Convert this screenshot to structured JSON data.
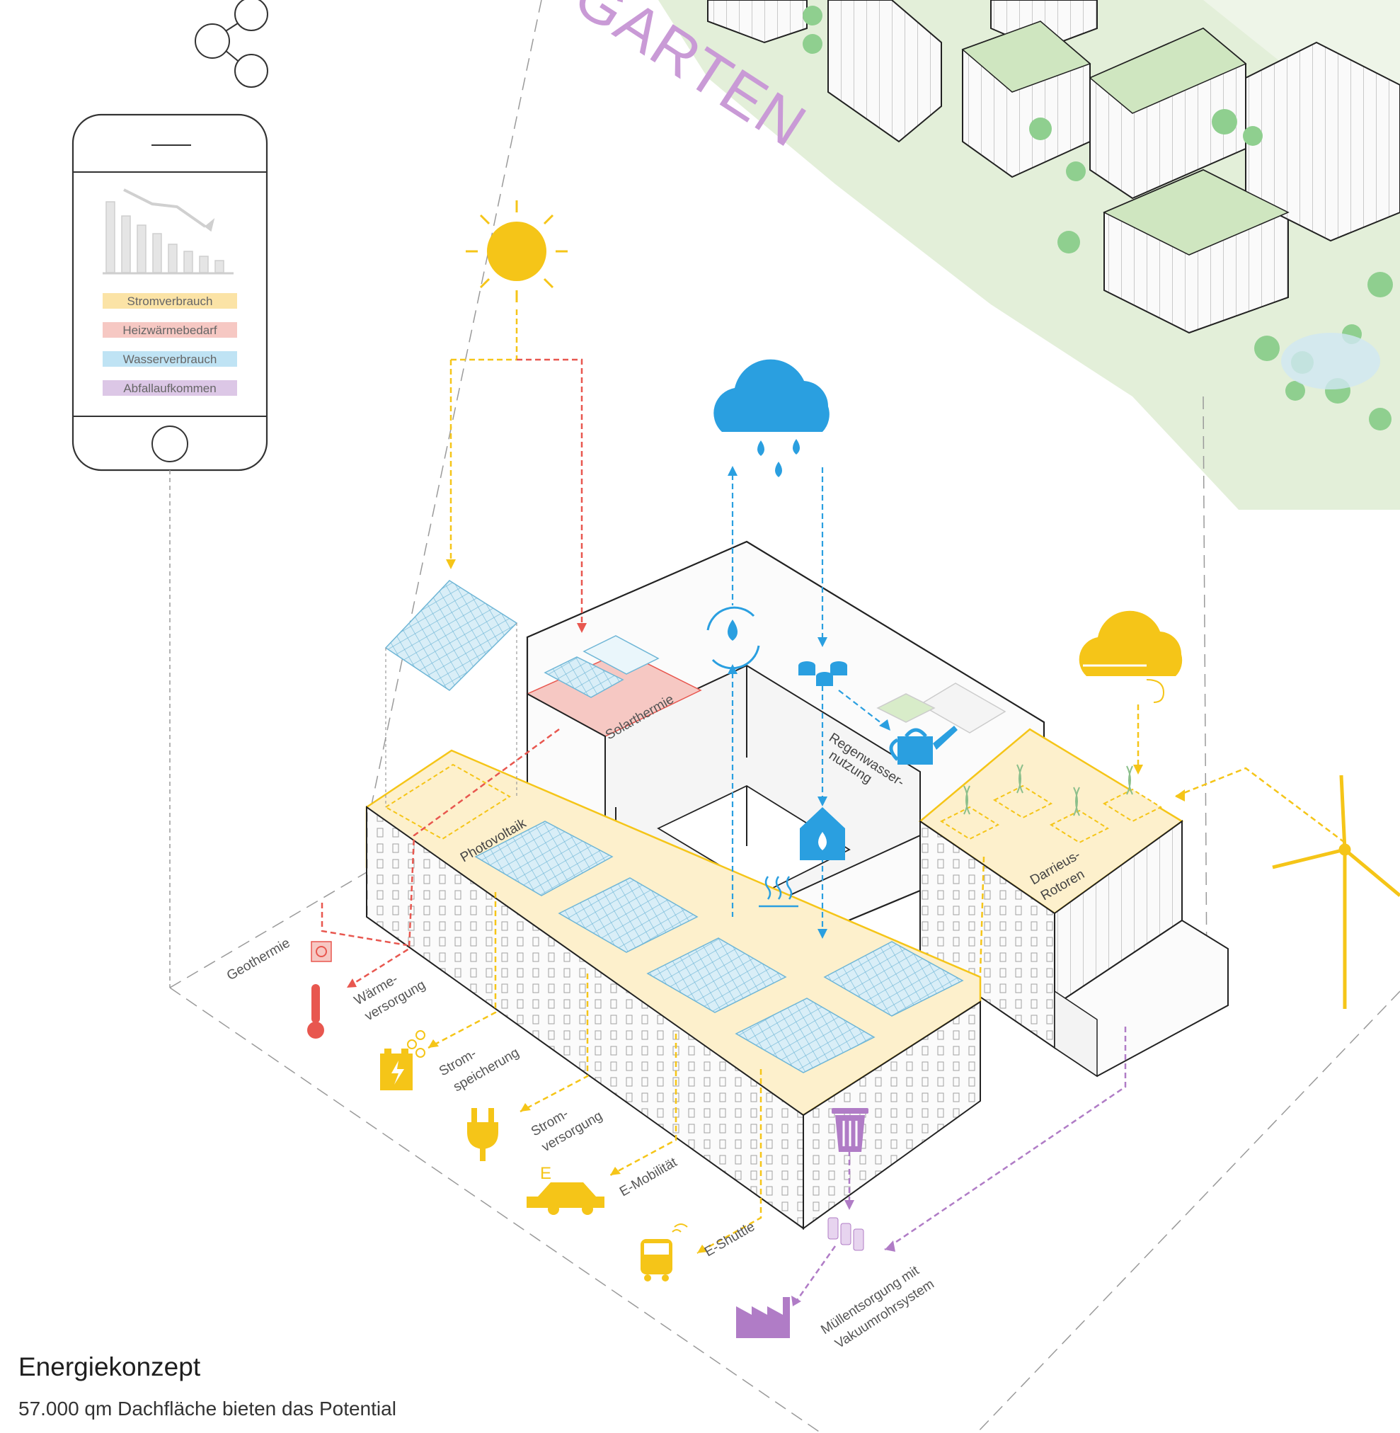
{
  "title_fragment": "GARTEN",
  "phone": {
    "legend": [
      {
        "label": "Stromverbrauch",
        "color": "#fbe3a6"
      },
      {
        "label": "Heizwärmebedarf",
        "color": "#f6c8c3"
      },
      {
        "label": "Wasserverbrauch",
        "color": "#bfe3f4"
      },
      {
        "label": "Abfallaufkommen",
        "color": "#dcc7e6"
      }
    ]
  },
  "labels": {
    "photovoltaik": "Photovoltaik",
    "solarthermie": "Solarthermie",
    "regenwasser_1": "Regenwasser-",
    "regenwasser_2": "nutzung",
    "darrieus_1": "Darrieus-",
    "darrieus_2": "Rotoren",
    "geothermie": "Geothermie",
    "waerme_1": "Wärme-",
    "waerme_2": "versorgung",
    "speicher_1": "Strom-",
    "speicher_2": "speicherung",
    "versorgung_1": "Strom-",
    "versorgung_2": "versorgung",
    "emobil": "E-Mobilität",
    "eshuttle": "E-Shuttle",
    "muell_1": "Müllentsorgung mit",
    "muell_2": "Vakuumrohrsystem",
    "car_letter": "E"
  },
  "colors": {
    "yellow": "#f5c518",
    "red": "#e8574f",
    "blue": "#2a9fe0",
    "purple": "#b07cc6",
    "green_area": "#e3efd9",
    "tree": "#8fcf8f",
    "line": "#222222"
  },
  "section": {
    "title": "Energiekonzept",
    "body": "57.000 qm Dachfläche bieten das Potential"
  }
}
